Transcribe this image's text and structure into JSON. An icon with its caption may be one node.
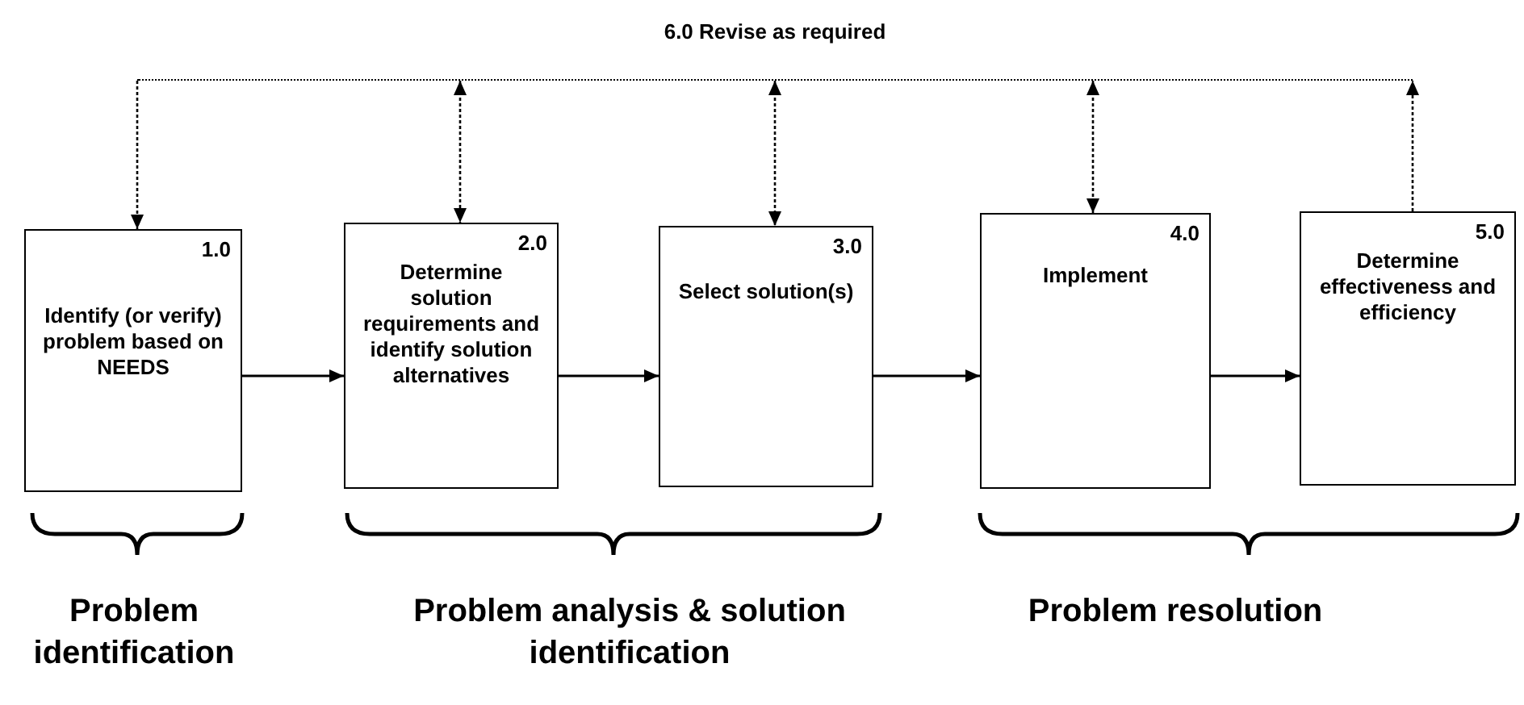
{
  "diagram": {
    "nodes": [
      {
        "text": [
          "6.0 Revise as required"
        ]
      },
      {
        "text": [
          "1.0",
          "Identify (or verify) problem based on NEEDS"
        ]
      },
      {
        "text": [
          "2.0",
          "Determine solution requirements and identify solution alternatives"
        ]
      },
      {
        "text": [
          "3.0",
          "Select solution(s)"
        ]
      },
      {
        "text": [
          "4.0",
          "Implement"
        ]
      },
      {
        "text": [
          "5.0",
          "Determine effectiveness and efficiency"
        ]
      }
    ],
    "edges": [
      {
        "from": 1,
        "to": 2,
        "arrow": "to"
      },
      {
        "from": 2,
        "to": 3,
        "arrow": "to"
      },
      {
        "from": 3,
        "to": 4,
        "arrow": "to"
      },
      {
        "from": 4,
        "to": 5,
        "arrow": "to"
      },
      {
        "from": 0,
        "to": 1,
        "arrow": "to",
        "style": "dashed"
      },
      {
        "from": 0,
        "to": 2,
        "arrow": "both",
        "style": "dashed"
      },
      {
        "from": 0,
        "to": 3,
        "arrow": "both",
        "style": "dashed"
      },
      {
        "from": 0,
        "to": 4,
        "arrow": "both",
        "style": "dashed"
      },
      {
        "from": 5,
        "to": 0,
        "arrow": "to",
        "style": "dashed"
      }
    ],
    "labels": [
      "Problem identification",
      "Problem analysis & solution identification",
      "Problem resolution"
    ]
  }
}
